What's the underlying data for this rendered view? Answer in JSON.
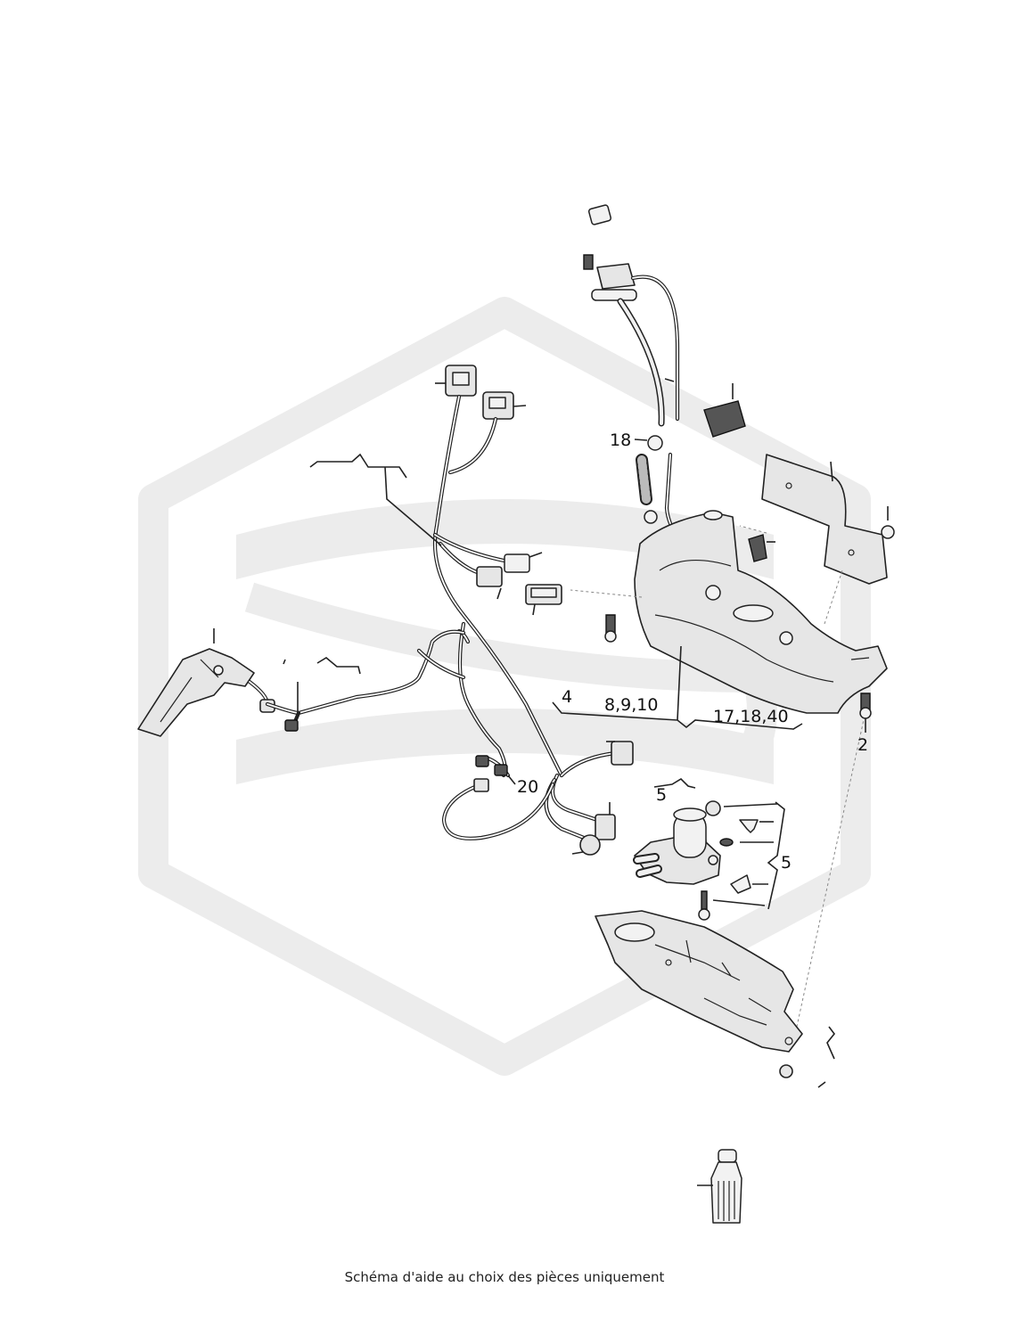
{
  "diagram": {
    "callouts": {
      "part_18": "18",
      "part_4": "4",
      "parts_8_9_10": "8,9,10",
      "parts_17_18_40": "17,18,40",
      "part_2": "2",
      "part_20": "20",
      "part_5_top": "5",
      "part_5_right": "5"
    }
  },
  "footer": {
    "caption": "Schéma d'aide au choix des pièces uniquement"
  }
}
